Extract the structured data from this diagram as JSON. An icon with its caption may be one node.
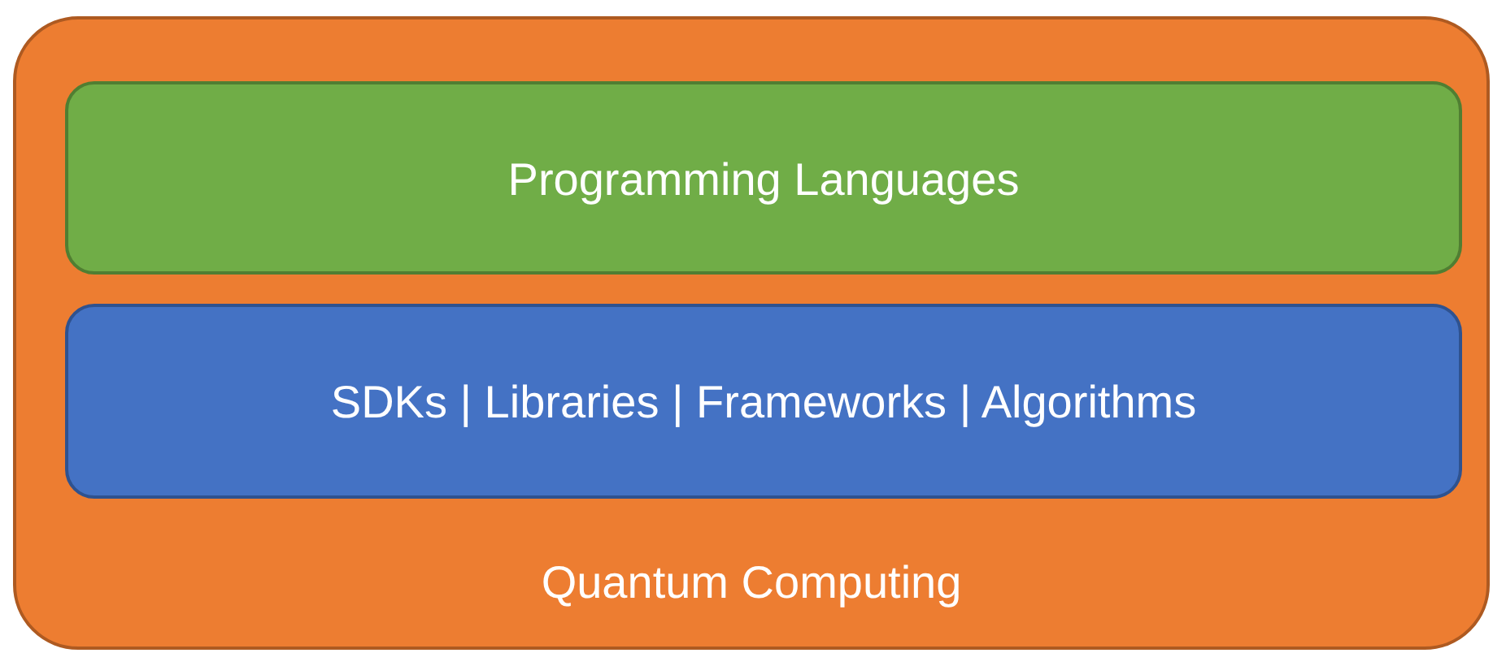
{
  "diagram": {
    "nodes": [
      {
        "text": [
          "Quantum Computing"
        ]
      },
      {
        "text": [
          "Programming Languages"
        ],
        "in": 0
      },
      {
        "text": [
          "SDKs | Libraries | Frameworks | Algorithms"
        ],
        "in": 0
      }
    ],
    "edges": []
  }
}
